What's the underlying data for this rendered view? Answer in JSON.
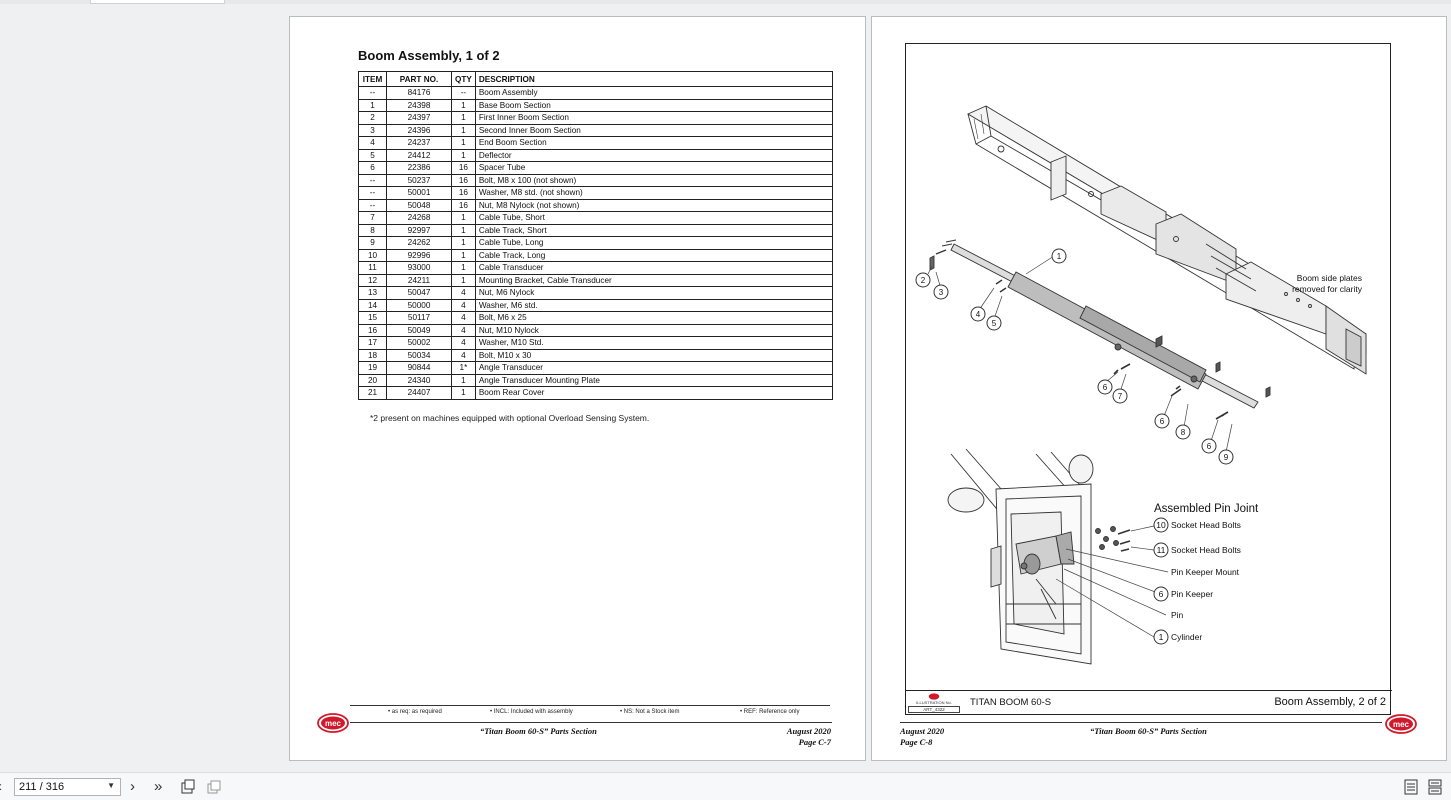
{
  "left_page": {
    "title": "Boom Assembly, 1 of 2",
    "table": {
      "headers": [
        "ITEM",
        "PART NO.",
        "QTY",
        "DESCRIPTION"
      ],
      "rows": [
        [
          "--",
          "84176",
          "--",
          "Boom Assembly"
        ],
        [
          "1",
          "24398",
          "1",
          "Base Boom Section"
        ],
        [
          "2",
          "24397",
          "1",
          "First Inner Boom Section"
        ],
        [
          "3",
          "24396",
          "1",
          "Second Inner Boom Section"
        ],
        [
          "4",
          "24237",
          "1",
          "End Boom Section"
        ],
        [
          "5",
          "24412",
          "1",
          "Deflector"
        ],
        [
          "6",
          "22386",
          "16",
          "Spacer Tube"
        ],
        [
          "--",
          "50237",
          "16",
          "Bolt, M8 x 100 (not shown)"
        ],
        [
          "--",
          "50001",
          "16",
          "Washer, M8 std. (not shown)"
        ],
        [
          "--",
          "50048",
          "16",
          "Nut, M8 Nylock (not shown)"
        ],
        [
          "7",
          "24268",
          "1",
          "Cable Tube, Short"
        ],
        [
          "8",
          "92997",
          "1",
          "Cable Track, Short"
        ],
        [
          "9",
          "24262",
          "1",
          "Cable Tube, Long"
        ],
        [
          "10",
          "92996",
          "1",
          "Cable Track, Long"
        ],
        [
          "11",
          "93000",
          "1",
          "Cable Transducer"
        ],
        [
          "12",
          "24211",
          "1",
          "Mounting Bracket, Cable Transducer"
        ],
        [
          "13",
          "50047",
          "4",
          "Nut, M6 Nylock"
        ],
        [
          "14",
          "50000",
          "4",
          "Washer, M6 std."
        ],
        [
          "15",
          "50117",
          "4",
          "Bolt, M6 x 25"
        ],
        [
          "16",
          "50049",
          "4",
          "Nut, M10 Nylock"
        ],
        [
          "17",
          "50002",
          "4",
          "Washer, M10 Std."
        ],
        [
          "18",
          "50034",
          "4",
          "Bolt, M10 x 30"
        ],
        [
          "19",
          "90844",
          "1*",
          "Angle Transducer"
        ],
        [
          "20",
          "24340",
          "1",
          "Angle Transducer Mounting Plate"
        ],
        [
          "21",
          "24407",
          "1",
          "Boom Rear Cover"
        ]
      ]
    },
    "footnote": "*2 present on machines equipped with optional Overload Sensing System.",
    "abbreviations": [
      "• as req: as required",
      "• INCL: Included with assembly",
      "• NS: Not a Stock item",
      "• REF: Reference only"
    ],
    "footer_center": "“Titan Boom 60-S” Parts Section",
    "footer_date": "August 2020",
    "footer_page": "Page C-7",
    "logo": "mec"
  },
  "right_page": {
    "side_note_line1": "Boom side plates",
    "side_note_line2": "removed for clarity",
    "callouts": [
      {
        "n": "1"
      },
      {
        "n": "2"
      },
      {
        "n": "3"
      },
      {
        "n": "4"
      },
      {
        "n": "5"
      },
      {
        "n": "6"
      },
      {
        "n": "7"
      },
      {
        "n": "6"
      },
      {
        "n": "8"
      },
      {
        "n": "6"
      },
      {
        "n": "9"
      }
    ],
    "inset": {
      "title": "Assembled Pin Joint",
      "labels": [
        {
          "num": "10",
          "text": "Socket Head Bolts"
        },
        {
          "num": "11",
          "text": "Socket Head Bolts"
        },
        {
          "num": "",
          "text": "Pin Keeper Mount"
        },
        {
          "num": "6",
          "text": "Pin Keeper"
        },
        {
          "num": "",
          "text": "Pin"
        },
        {
          "num": "1",
          "text": "Cylinder"
        }
      ]
    },
    "title_block": {
      "art_label": "ILLUSTRATION No.",
      "art_number": "ART_4322",
      "model": "TITAN BOOM 60-S",
      "name": "Boom Assembly, 2 of 2"
    },
    "footer_center": "“Titan Boom 60-S” Parts Section",
    "footer_date": "August 2020",
    "footer_page": "Page C-8",
    "logo": "mec"
  },
  "toolbar": {
    "page_value": "211 / 316"
  },
  "colors": {
    "viewer_bg": "#eef0f2",
    "logo_red": "#d0192b"
  }
}
